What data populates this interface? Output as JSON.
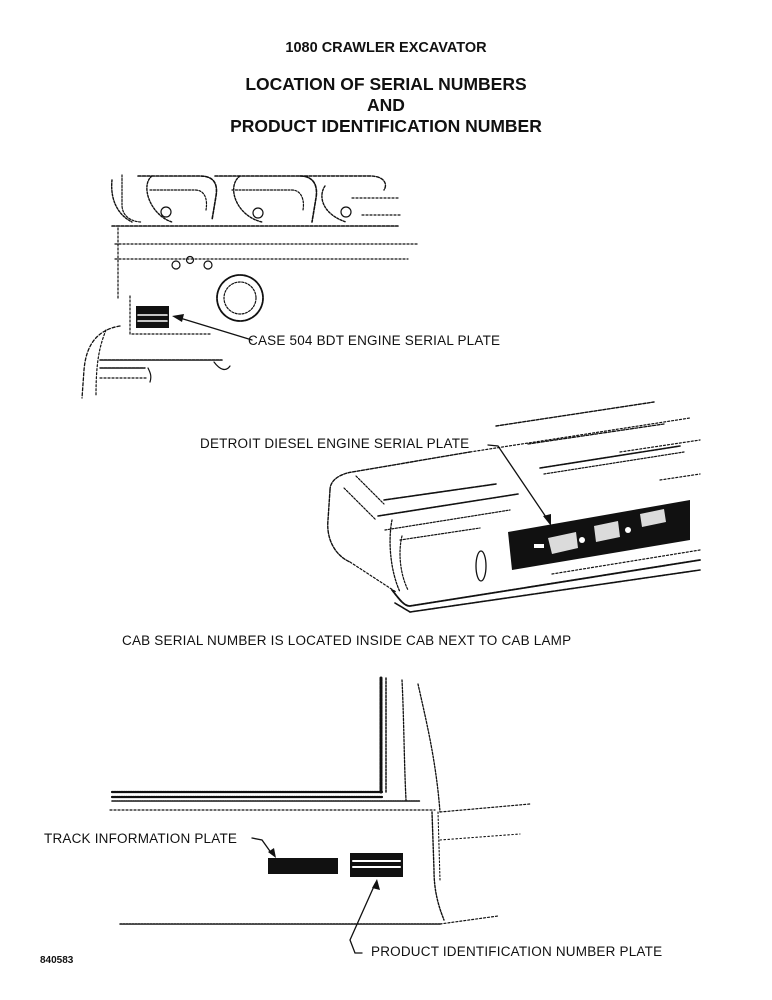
{
  "header": {
    "model": "1080 CRAWLER EXCAVATOR",
    "title_line1": "LOCATION OF SERIAL NUMBERS",
    "title_line2": "AND",
    "title_line3": "PRODUCT IDENTIFICATION NUMBER"
  },
  "callouts": {
    "case_engine_plate": "CASE  504 BDT ENGINE SERIAL PLATE",
    "detroit_engine_plate": "DETROIT DIESEL ENGINE SERIAL PLATE",
    "cab_serial_note": "CAB SERIAL NUMBER IS LOCATED INSIDE CAB NEXT TO CAB LAMP",
    "track_info_plate": "TRACK INFORMATION PLATE",
    "pin_plate": "PRODUCT IDENTIFICATION NUMBER PLATE"
  },
  "figure_number": "840583"
}
